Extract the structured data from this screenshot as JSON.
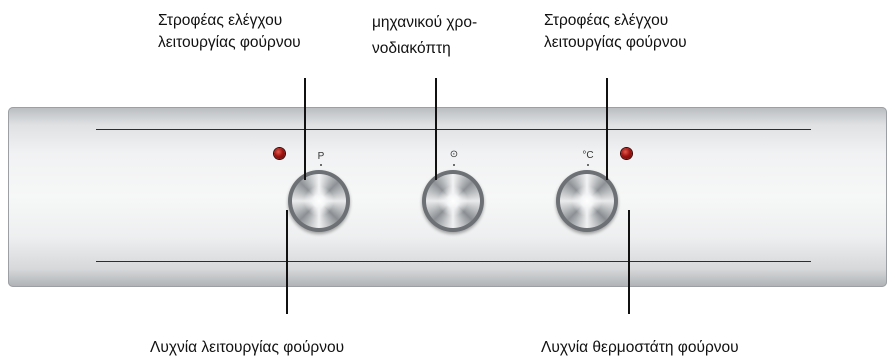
{
  "callouts": {
    "left_knob_label": [
      "Στροφέας ελέγχου",
      "λειτουργίας φούρνου"
    ],
    "timer_knob_label": [
      "μηχανικού χρο-",
      "νοδιακόπτη"
    ],
    "right_knob_label": [
      "Στροφέας ελέγχου",
      "λειτουργίας φούρνου"
    ],
    "oven_lamp_label": "Λυχνία λειτουργίας φούρνου",
    "thermostat_lamp_label": "Λυχνία θερμοστάτη φούρνου"
  },
  "panel": {
    "knobs": [
      {
        "symbol": "P",
        "name": "function"
      },
      {
        "symbol": "⊙",
        "name": "timer"
      },
      {
        "symbol": "°C",
        "name": "thermostat"
      }
    ],
    "lamp_color": "#b01510",
    "panel_color": "#f1f2f3"
  }
}
